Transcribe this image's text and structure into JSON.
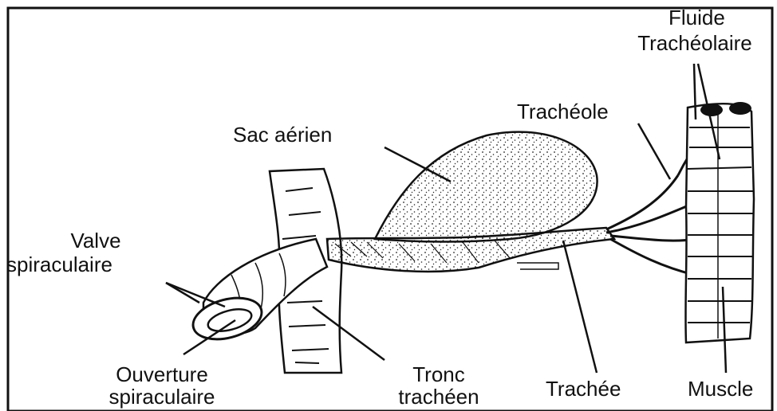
{
  "diagram": {
    "labels": {
      "fluide_line1": "Fluide",
      "fluide_line2": "Trachéolaire",
      "tracheole": "Trachéole",
      "sac_aerien": "Sac  aérien",
      "valve_line1": "Valve",
      "valve_line2": "spiraculaire",
      "ouverture_line1": "Ouverture",
      "ouverture_line2": "spiraculaire",
      "tronc_line1": "Tronc",
      "tronc_line2": "trachéen",
      "trachee": "Trachée",
      "muscle": "Muscle"
    },
    "colors": {
      "ink": "#111111",
      "background": "#ffffff"
    }
  }
}
